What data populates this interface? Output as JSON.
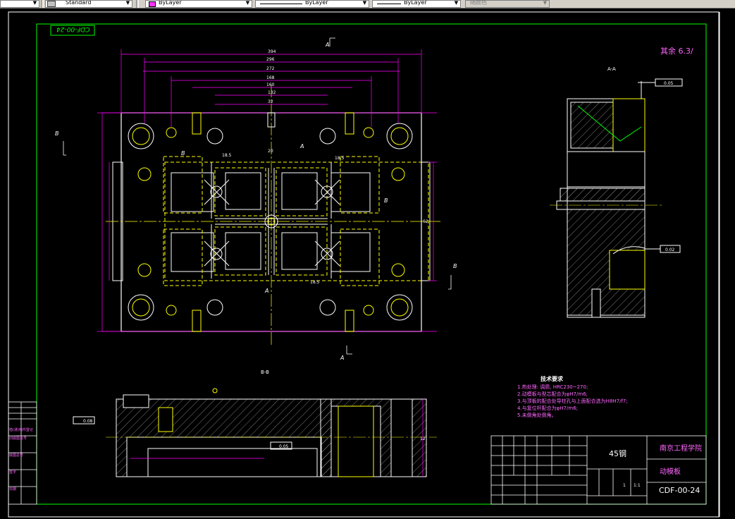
{
  "toolbar": {
    "textstyle_value": "Standard",
    "layer_color_value": "ByLayer",
    "linetype_value": "ByLayer",
    "lineweight_value": "ByLayer",
    "plotstyle_value": "随颜色"
  },
  "drawing": {
    "code_mirrored": "CDF-00-24",
    "roughness": "其余 6.3/",
    "section_aa": "A-A",
    "section_bb": "B-B",
    "tech_title": "技术要求",
    "tech_lines": [
      "1.热处理: 调质, HRC230~270;",
      "2.动模板与型芯配合为φH7/m6;",
      "3.与顶板的配合处导柱孔与上面配合选为H8H7/f7;",
      "4.与复位杆配合为φH7/m6;",
      "5.未倒角处倒角。"
    ],
    "material": "45钢",
    "school": "南京工程学院",
    "part_name": "动模板",
    "drawing_code": "CDF-00-24",
    "scale": "1:1",
    "quantity": "1",
    "dims": {
      "d394": "394",
      "d296": "296",
      "d272": "272",
      "d168": "168",
      "d160": "160",
      "d132": "132",
      "d32": "32",
      "d20": "20",
      "d18_5": "18.5",
      "d62": "62",
      "d12": "12"
    },
    "marks": {
      "A": "A",
      "B": "B"
    },
    "tol_frames": [
      "0.05",
      "0.08",
      "0.02"
    ],
    "left_strip": [
      "借(通)用件登记",
      "旧底图总号",
      "底图总号",
      "签字",
      "日期"
    ]
  }
}
